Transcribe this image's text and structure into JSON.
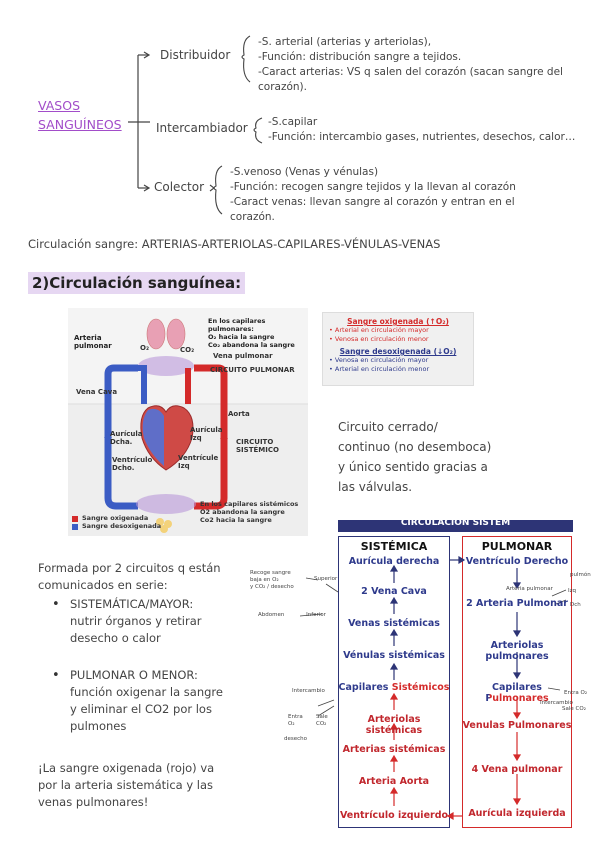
{
  "vasos": {
    "title_line1": "VASOS",
    "title_line2": "SANGUÍNEOS",
    "distribuidor": {
      "label": "Distribuidor",
      "lines": [
        "-S. arterial (arterias y arteriolas),",
        "-Función: distribución sangre a tejidos.",
        "-Caract arterias: VS q salen del corazón (sacan sangre del",
        "corazón)."
      ]
    },
    "intercambiador": {
      "label": "Intercambiador",
      "lines": [
        "-S.capilar",
        "-Función: intercambio gases, nutrientes, desechos, calor…"
      ]
    },
    "colector": {
      "label": "Colector",
      "lines": [
        "-S.venoso (Venas y vénulas)",
        "-Función: recogen sangre tejidos y la llevan al corazón",
        "-Caract venas: llevan sangre al corazón y entran en el",
        "corazón."
      ]
    },
    "circulacion_line": "Circulación sangre: ARTERIAS-ARTERIOLAS-CAPILARES-VÉNULAS-VENAS"
  },
  "section2": {
    "heading": "2)Circulación sanguínea:"
  },
  "diagram": {
    "pulm_caption": [
      "En los capilares pulmonares:",
      "O₂ hacia la sangre",
      "Co₂ abandona la sangre"
    ],
    "arteria_pulmonar": [
      "Arteria",
      "pulmonar"
    ],
    "o2": "O₂",
    "co2": "CO₂",
    "vena_pulmonar": "Vena pulmonar",
    "circuito_pulmonar": "CIRCUITO PULMONAR",
    "vena_cava": "Vena Cava",
    "aorta": "Aorta",
    "auricula_dcha": [
      "Aurícula",
      "Dcha."
    ],
    "auricula_izq": [
      "Aurícula",
      "Izq"
    ],
    "ventriculo_dcho": [
      "Ventrículo",
      "Dcho."
    ],
    "ventriculo_izq": [
      "Ventrícule",
      "Izq"
    ],
    "circuito_sistemico": [
      "CIRCUITO",
      "SISTÉMICO"
    ],
    "sist_caption": [
      "En los capilares sistémicos",
      "O2 abandona la sangre",
      "Co2 hacia la sangre"
    ],
    "legend_oxi": "Sangre oxigenada",
    "legend_desoxi": "Sangre desoxigenada"
  },
  "infobox": {
    "title1": "Sangre oxigenada (↑O₂)",
    "items1": [
      "• Arterial en circulación mayor",
      "• Venosa en circulación menor"
    ],
    "title2": "Sangre desoxigenada (↓O₂)",
    "items2": [
      "• Venosa en circulación mayor",
      "• Arterial en circulación menor"
    ]
  },
  "circuito_text": [
    "Circuito cerrado/",
    "continuo (no desemboca)",
    "y único sentido gracias a",
    "las válvulas."
  ],
  "formada": {
    "intro": [
      "Formada por 2 circuitos q están",
      "comunicados en serie:"
    ],
    "item1": [
      "SISTEMÁTICA/MAYOR:",
      "nutrir órganos y retirar",
      "desecho o calor"
    ],
    "item2": [
      "PULMONAR O MENOR:",
      "función oxigenar la sangre",
      "y eliminar el CO2 por los",
      "pulmones"
    ],
    "note": [
      "¡La sangre oxigenada (rojo) va",
      "por la arteria sistemática y las",
      "venas pulmonares!"
    ]
  },
  "flow": {
    "banner": "CIRCULACIÓN SISTÉM",
    "sistemica_title": "SISTÉMICA",
    "pulmonar_title": "PULMONAR",
    "sistemica": [
      "Aurícula derecha",
      "2 Vena Cava",
      "Venas sistémicas",
      "Vénulas sistémicas",
      "Capilares Sistémicos",
      "Arteriolas sistémicas",
      "Arterias sistémicas",
      "Arteria Aorta",
      "Ventrículo izquierdo"
    ],
    "pulmonar": [
      "Ventrículo Derecho",
      "2 Arteria Pulmonar",
      "Arteriolas pulmonares",
      "Capilares Pulmonares",
      "Venulas Pulmonares",
      "4 Vena pulmonar",
      "Aurícula izquierda"
    ],
    "annot_left": [
      "Recoge sangre",
      "baja en O₂",
      "y CO₂ / desecho",
      "Superior",
      "Inferior",
      "Abdomen",
      "Intercambio",
      "Entra",
      "O₂",
      "Sale",
      "CO₂",
      "desecho"
    ],
    "annot_right": [
      "pulmón",
      "Izq",
      "Dch",
      "Arteria",
      "pulmonar",
      "Intercambio",
      "Entra O₂",
      "Sale CO₂"
    ]
  },
  "colors": {
    "red": "#d42a2a",
    "blue": "#3b5cc4",
    "purple_highlight": "#e6d7f2",
    "purple_text": "#a24dc9"
  }
}
